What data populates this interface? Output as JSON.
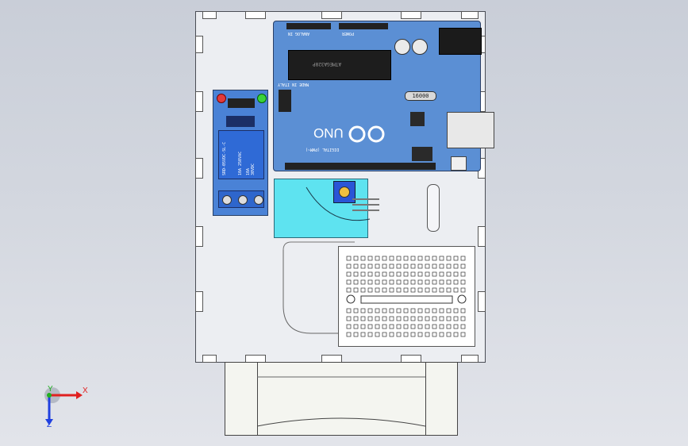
{
  "arduino": {
    "model_label": "UNO",
    "crystal_label": "16000",
    "power_header_label": "POWER",
    "analog_header_label": "ANALOG IN",
    "digital_header_label": "DIGITAL (PWM~)",
    "chip_label": "ATMEGA328P",
    "made_in_label": "MADE IN ITALY"
  },
  "relay": {
    "body_label": "SRD-05VDC-SL-C",
    "ratings": [
      "10A 250VAC",
      "10A 30VDC"
    ]
  },
  "axes": {
    "x_label": "X",
    "y_label": "Y",
    "z_label": "Z"
  },
  "colors": {
    "arduino_board": "#5b8fd4",
    "relay_module": "#4a82d6",
    "sensor_module": "#5ee3f0",
    "axis_x": "#e02020",
    "axis_y": "#20b020",
    "axis_z": "#2040e0"
  }
}
